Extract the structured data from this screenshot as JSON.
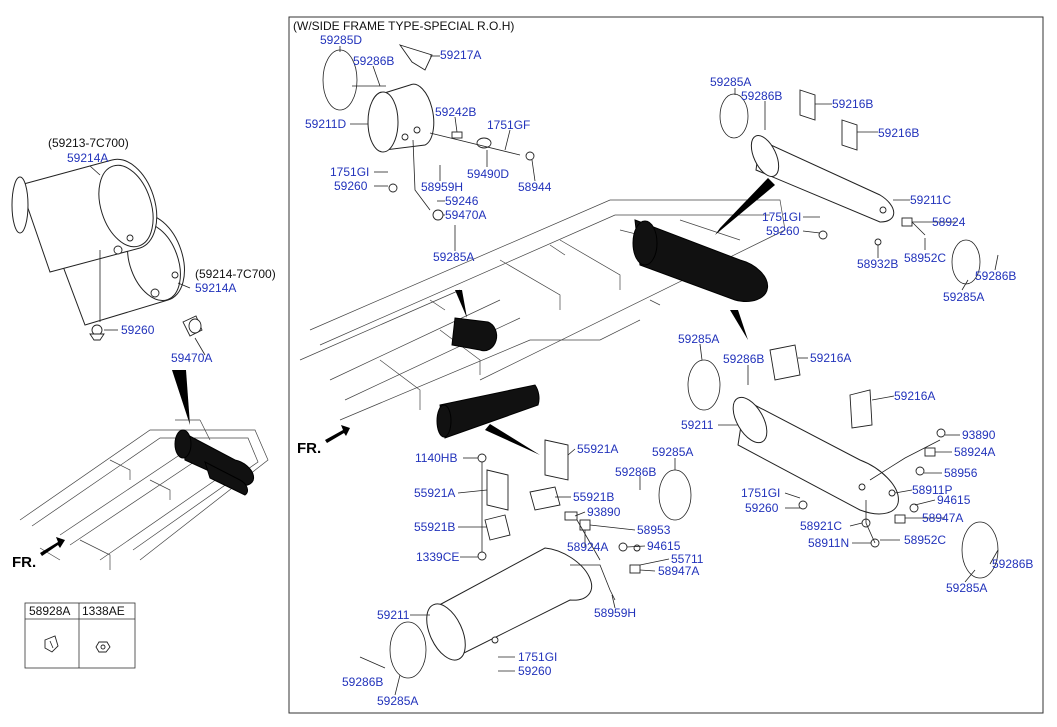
{
  "colors": {
    "label": "#2233bb",
    "outline": "#222222",
    "highlight": "#111111"
  },
  "left_panel": {
    "variant_a": "(59213-7C700)",
    "variant_b": "(59214-7C700)",
    "labels": [
      "59214A",
      "59214A",
      "59260",
      "59470A"
    ],
    "fr": "FR."
  },
  "legend": {
    "items": [
      {
        "code": "58928A",
        "icon": "clip-icon"
      },
      {
        "code": "1338AE",
        "icon": "nut-icon"
      }
    ]
  },
  "main_panel": {
    "title": "(W/SIDE FRAME TYPE-SPECIAL R.O.H)",
    "fr": "FR.",
    "labels": [
      "59285D",
      "59286B",
      "59217A",
      "59211D",
      "59242B",
      "1751GF",
      "1751GI",
      "59260",
      "58959H",
      "59490D",
      "58944",
      "59246",
      "59470A",
      "59285A",
      "59285A",
      "59286B",
      "59216B",
      "59216B",
      "59211C",
      "1751GI",
      "59260",
      "58924",
      "58932B",
      "58952C",
      "59286B",
      "59285A",
      "59285A",
      "59286B",
      "59216A",
      "59216A",
      "59211",
      "93890",
      "58924A",
      "58956",
      "1751GI",
      "59260",
      "58911P",
      "94615",
      "58947A",
      "58921C",
      "58911N",
      "58952C",
      "59286B",
      "59285A",
      "1140HB",
      "55921A",
      "59285A",
      "59286B",
      "55921A",
      "55921B",
      "55921B",
      "93890",
      "58953",
      "58924A",
      "94615",
      "1339CE",
      "55711",
      "58947A",
      "59211",
      "58959H",
      "1751GI",
      "59260",
      "59286B",
      "59285A"
    ]
  }
}
